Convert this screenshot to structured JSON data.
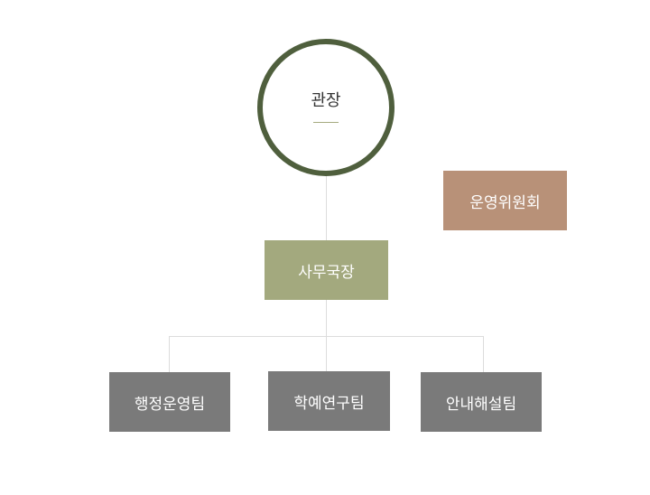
{
  "org": {
    "director": "관장",
    "committee": "운영위원회",
    "secretary_general": "사무국장",
    "teams": [
      "행정운영팀",
      "학예연구팀",
      "안내해설팀"
    ]
  },
  "colors": {
    "circle_border": "#4f5f3d",
    "committee": "#b89178",
    "secretary": "#a3a97e",
    "team": "#7a7a7a",
    "connector": "#dcdcdc"
  }
}
